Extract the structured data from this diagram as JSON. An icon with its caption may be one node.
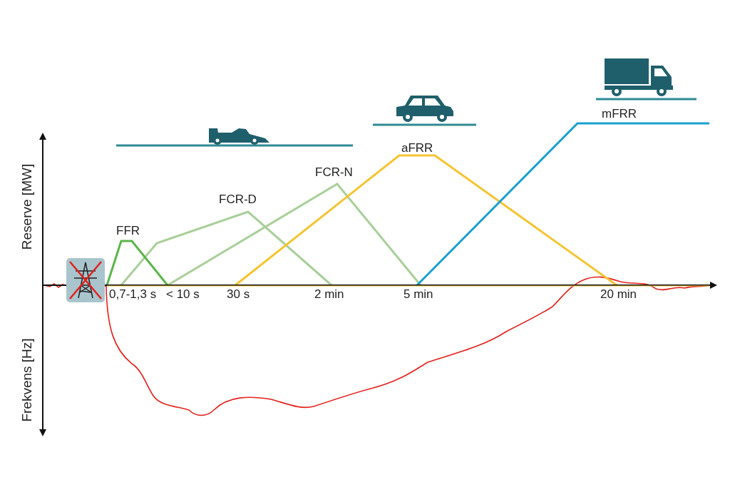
{
  "diagram": {
    "labels": [
      "mFRR",
      "aFRR",
      "FCR-N",
      "Reserve [MW]",
      "FCR-D",
      "FFR",
      "0,7-1,3 s",
      "< 10 s",
      "30 s",
      "2 min",
      "5 min",
      "20 min",
      "Frekvens [Hz]"
    ]
  }
}
